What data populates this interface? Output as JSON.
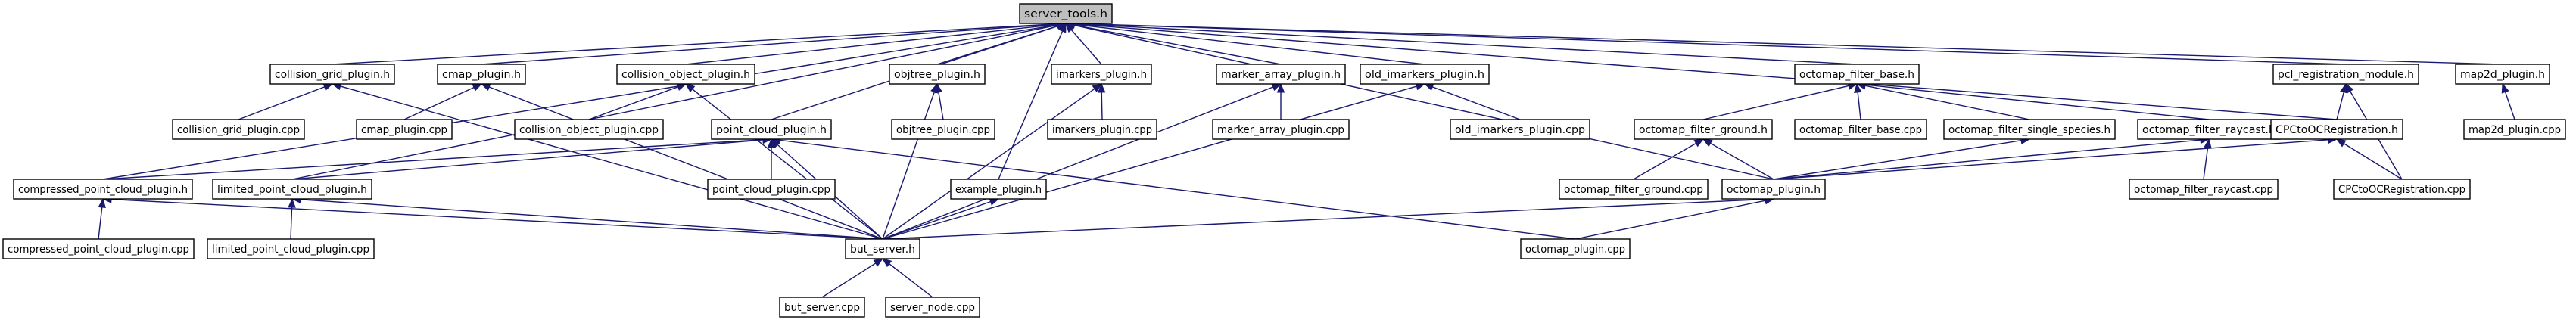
{
  "nodes": [
    {
      "id": "server_tools",
      "label": "server_tools.h",
      "root": true
    },
    {
      "id": "collision_grid_plugin_h",
      "label": "collision_grid_plugin.h"
    },
    {
      "id": "cmap_plugin_h",
      "label": "cmap_plugin.h"
    },
    {
      "id": "collision_object_plugin_h",
      "label": "collision_object_plugin.h"
    },
    {
      "id": "objtree_plugin_h",
      "label": "objtree_plugin.h"
    },
    {
      "id": "imarkers_plugin_h",
      "label": "imarkers_plugin.h"
    },
    {
      "id": "marker_array_plugin_h",
      "label": "marker_array_plugin.h"
    },
    {
      "id": "old_imarkers_plugin_h",
      "label": "old_imarkers_plugin.h"
    },
    {
      "id": "octomap_filter_base_h",
      "label": "octomap_filter_base.h"
    },
    {
      "id": "pcl_registration_module_h",
      "label": "pcl_registration_module.h"
    },
    {
      "id": "map2d_plugin_h",
      "label": "map2d_plugin.h"
    },
    {
      "id": "collision_grid_plugin_cpp",
      "label": "collision_grid_plugin.cpp"
    },
    {
      "id": "cmap_plugin_cpp",
      "label": "cmap_plugin.cpp"
    },
    {
      "id": "collision_object_plugin_cpp",
      "label": "collision_object_plugin.cpp"
    },
    {
      "id": "point_cloud_plugin_h",
      "label": "point_cloud_plugin.h"
    },
    {
      "id": "objtree_plugin_cpp",
      "label": "objtree_plugin.cpp"
    },
    {
      "id": "imarkers_plugin_cpp",
      "label": "imarkers_plugin.cpp"
    },
    {
      "id": "marker_array_plugin_cpp",
      "label": "marker_array_plugin.cpp"
    },
    {
      "id": "old_imarkers_plugin_cpp",
      "label": "old_imarkers_plugin.cpp"
    },
    {
      "id": "octomap_filter_ground_h",
      "label": "octomap_filter_ground.h"
    },
    {
      "id": "octomap_filter_base_cpp",
      "label": "octomap_filter_base.cpp"
    },
    {
      "id": "octomap_filter_single_species_h",
      "label": "octomap_filter_single_species.h"
    },
    {
      "id": "octomap_filter_raycast_h",
      "label": "octomap_filter_raycast.h"
    },
    {
      "id": "CPCtoOCRegistration_h",
      "label": "CPCtoOCRegistration.h"
    },
    {
      "id": "map2d_plugin_cpp",
      "label": "map2d_plugin.cpp"
    },
    {
      "id": "compressed_point_cloud_plugin_h",
      "label": "compressed_point_cloud_plugin.h"
    },
    {
      "id": "limited_point_cloud_plugin_h",
      "label": "limited_point_cloud_plugin.h"
    },
    {
      "id": "point_cloud_plugin_cpp",
      "label": "point_cloud_plugin.cpp"
    },
    {
      "id": "example_plugin_h",
      "label": "example_plugin.h"
    },
    {
      "id": "octomap_filter_ground_cpp",
      "label": "octomap_filter_ground.cpp"
    },
    {
      "id": "octomap_plugin_h",
      "label": "octomap_plugin.h"
    },
    {
      "id": "octomap_filter_raycast_cpp",
      "label": "octomap_filter_raycast.cpp"
    },
    {
      "id": "CPCtoOCRegistration_cpp",
      "label": "CPCtoOCRegistration.cpp"
    },
    {
      "id": "compressed_point_cloud_plugin_cpp",
      "label": "compressed_point_cloud_plugin.cpp"
    },
    {
      "id": "limited_point_cloud_plugin_cpp",
      "label": "limited_point_cloud_plugin.cpp"
    },
    {
      "id": "but_server_h",
      "label": "but_server.h"
    },
    {
      "id": "octomap_plugin_cpp",
      "label": "octomap_plugin.cpp"
    },
    {
      "id": "but_server_cpp",
      "label": "but_server.cpp"
    },
    {
      "id": "server_node_cpp",
      "label": "server_node.cpp"
    }
  ],
  "edges": [
    [
      "collision_grid_plugin_h",
      "server_tools"
    ],
    [
      "cmap_plugin_h",
      "server_tools"
    ],
    [
      "collision_object_plugin_h",
      "server_tools"
    ],
    [
      "objtree_plugin_h",
      "server_tools"
    ],
    [
      "imarkers_plugin_h",
      "server_tools"
    ],
    [
      "marker_array_plugin_h",
      "server_tools"
    ],
    [
      "old_imarkers_plugin_h",
      "server_tools"
    ],
    [
      "octomap_filter_base_h",
      "server_tools"
    ],
    [
      "pcl_registration_module_h",
      "server_tools"
    ],
    [
      "map2d_plugin_h",
      "server_tools"
    ],
    [
      "compressed_point_cloud_plugin_h",
      "server_tools"
    ],
    [
      "limited_point_cloud_plugin_h",
      "server_tools"
    ],
    [
      "point_cloud_plugin_h",
      "server_tools"
    ],
    [
      "example_plugin_h",
      "server_tools"
    ],
    [
      "octomap_plugin_h",
      "server_tools"
    ],
    [
      "CPCtoOCRegistration_h",
      "server_tools"
    ],
    [
      "collision_grid_plugin_cpp",
      "collision_grid_plugin_h"
    ],
    [
      "but_server_h",
      "collision_grid_plugin_h"
    ],
    [
      "cmap_plugin_cpp",
      "cmap_plugin_h"
    ],
    [
      "but_server_h",
      "cmap_plugin_h"
    ],
    [
      "collision_object_plugin_cpp",
      "collision_object_plugin_h"
    ],
    [
      "but_server_h",
      "collision_object_plugin_h"
    ],
    [
      "objtree_plugin_cpp",
      "objtree_plugin_h"
    ],
    [
      "but_server_h",
      "objtree_plugin_h"
    ],
    [
      "imarkers_plugin_cpp",
      "imarkers_plugin_h"
    ],
    [
      "but_server_h",
      "imarkers_plugin_h"
    ],
    [
      "marker_array_plugin_cpp",
      "marker_array_plugin_h"
    ],
    [
      "but_server_h",
      "marker_array_plugin_h"
    ],
    [
      "old_imarkers_plugin_cpp",
      "old_imarkers_plugin_h"
    ],
    [
      "but_server_h",
      "old_imarkers_plugin_h"
    ],
    [
      "octomap_filter_ground_h",
      "octomap_filter_base_h"
    ],
    [
      "octomap_filter_base_cpp",
      "octomap_filter_base_h"
    ],
    [
      "octomap_filter_single_species_h",
      "octomap_filter_base_h"
    ],
    [
      "octomap_filter_raycast_h",
      "octomap_filter_base_h"
    ],
    [
      "CPCtoOCRegistration_h",
      "pcl_registration_module_h"
    ],
    [
      "CPCtoOCRegistration_cpp",
      "pcl_registration_module_h"
    ],
    [
      "map2d_plugin_cpp",
      "map2d_plugin_h"
    ],
    [
      "compressed_point_cloud_plugin_h",
      "point_cloud_plugin_h"
    ],
    [
      "limited_point_cloud_plugin_h",
      "point_cloud_plugin_h"
    ],
    [
      "point_cloud_plugin_cpp",
      "point_cloud_plugin_h"
    ],
    [
      "but_server_h",
      "point_cloud_plugin_h"
    ],
    [
      "octomap_plugin_cpp",
      "point_cloud_plugin_h"
    ],
    [
      "octomap_filter_ground_cpp",
      "octomap_filter_ground_h"
    ],
    [
      "octomap_plugin_h",
      "octomap_filter_ground_h"
    ],
    [
      "octomap_plugin_h",
      "octomap_filter_single_species_h"
    ],
    [
      "octomap_plugin_h",
      "octomap_filter_raycast_h"
    ],
    [
      "octomap_filter_raycast_cpp",
      "octomap_filter_raycast_h"
    ],
    [
      "octomap_plugin_h",
      "CPCtoOCRegistration_h"
    ],
    [
      "CPCtoOCRegistration_cpp",
      "CPCtoOCRegistration_h"
    ],
    [
      "compressed_point_cloud_plugin_cpp",
      "compressed_point_cloud_plugin_h"
    ],
    [
      "but_server_h",
      "compressed_point_cloud_plugin_h"
    ],
    [
      "limited_point_cloud_plugin_cpp",
      "limited_point_cloud_plugin_h"
    ],
    [
      "but_server_h",
      "limited_point_cloud_plugin_h"
    ],
    [
      "but_server_h",
      "example_plugin_h"
    ],
    [
      "but_server_h",
      "octomap_plugin_h"
    ],
    [
      "octomap_plugin_cpp",
      "octomap_plugin_h"
    ],
    [
      "but_server_cpp",
      "but_server_h"
    ],
    [
      "server_node_cpp",
      "but_server_h"
    ]
  ]
}
